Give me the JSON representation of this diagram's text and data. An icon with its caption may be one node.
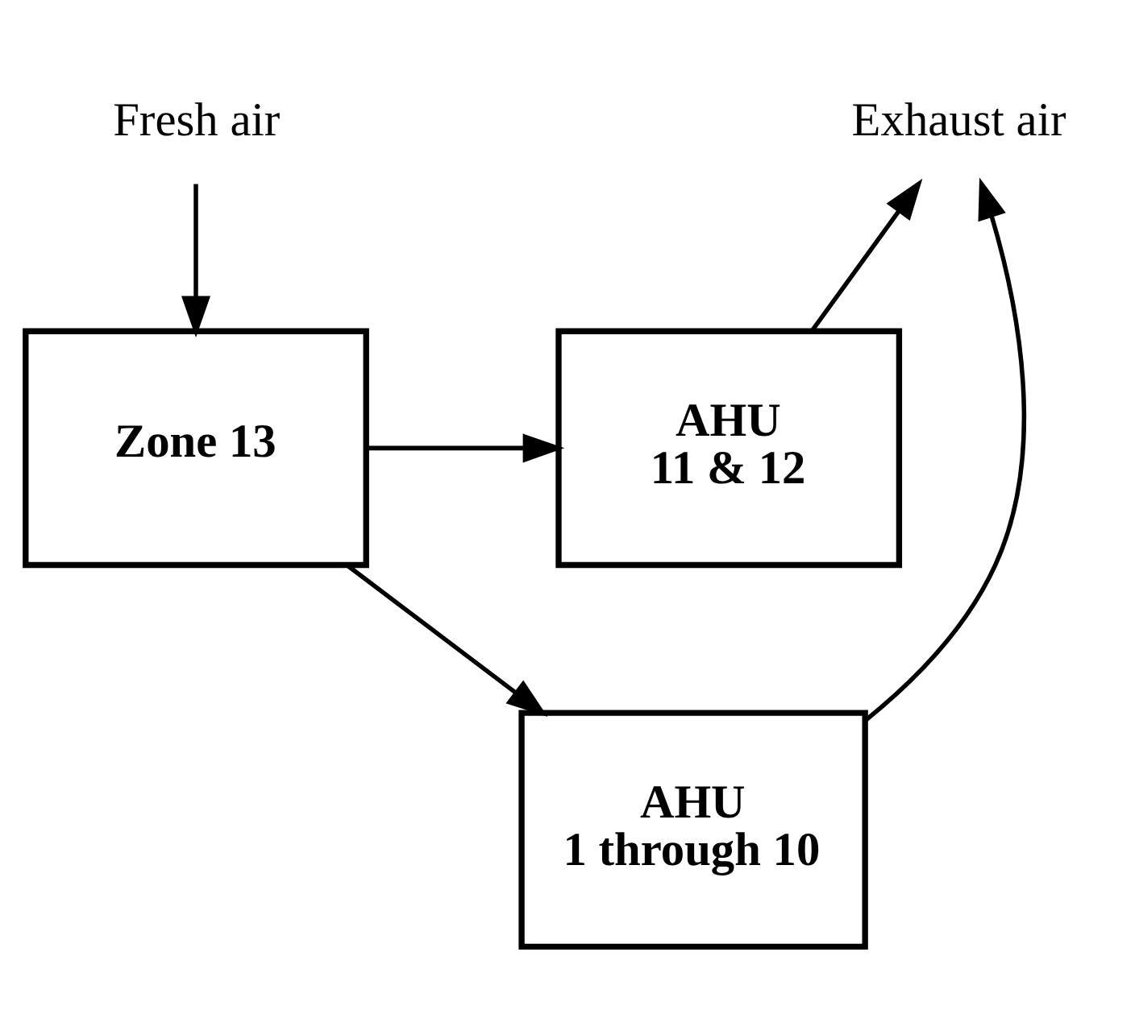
{
  "diagram": {
    "nodes": [
      {
        "text": [
          "Fresh air"
        ]
      },
      {
        "text": [
          "Zone 13"
        ]
      },
      {
        "text": [
          "AHU 11 & 12"
        ]
      },
      {
        "text": [
          "AHU 1 through 10"
        ]
      },
      {
        "text": [
          "Exhaust air"
        ]
      }
    ],
    "edges": [
      {
        "from": 0,
        "to": 1,
        "arrow": "to"
      },
      {
        "from": 1,
        "to": 2,
        "arrow": "to"
      },
      {
        "from": 1,
        "to": 3,
        "arrow": "to"
      },
      {
        "from": 2,
        "to": 4,
        "arrow": "to"
      },
      {
        "from": 3,
        "to": 4,
        "arrow": "to"
      }
    ]
  }
}
